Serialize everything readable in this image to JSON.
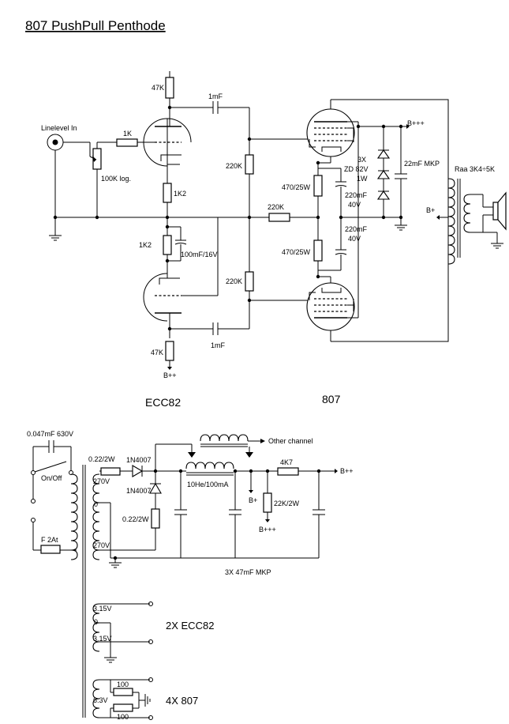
{
  "title": "807 PushPull Penthode",
  "labels": {
    "linelevel_in": "Linelevel In",
    "vol_1k": "1K",
    "pot_100k": "100K log.",
    "r_47k_top": "47K",
    "r_1k2_top": "1K2",
    "r_1k2_bot": "1K2",
    "c_100mf": "100mF/16V",
    "r_47k_bot": "47K",
    "b_pp_input": "B++",
    "c_1mf_top": "1mF",
    "c_1mf_bot": "1mF",
    "r_220k_top": "220K",
    "r_220k_bot": "220K",
    "r_220k_mid": "220K",
    "r_470_top": "470/25W",
    "r_470_bot": "470/25W",
    "zd_3x": "3X",
    "zd_82v": "ZD 82V",
    "zd_1w": "1W",
    "c_220mf_top_a": "220mF",
    "c_220mf_top_b": "40V",
    "c_220mf_bot_a": "220mF",
    "c_220mf_bot_b": "40V",
    "c_22mf": "22mF MKP",
    "b_ppp_out": "B+++",
    "b_plus_out": "B+",
    "raa": "Raa 3K4÷5K",
    "tube_ecc82": "ECC82",
    "tube_807": "807",
    "c_047": "0.047mF 630V",
    "on_off": "On/Off",
    "fuse": "F 2At",
    "r_022_top": "0.22/2W",
    "r_022_bot": "0.22/2W",
    "d_1n4007_a": "1N4007",
    "d_1n4007_b": "1N4007",
    "v_270_top": "270V",
    "v_0_hv": "0",
    "v_270_bot": "270V",
    "choke": "10He/100mA",
    "other_channel": "Other channel",
    "r_4k7": "4K7",
    "b_pp_psu": "B++",
    "b_plus_psu": "B+",
    "r_22k": "22K/2W",
    "b_ppp_psu": "B+++",
    "caps_3x": "3X 47mF MKP",
    "v_315_top": "3.15V",
    "v_0_heat": "0",
    "v_315_bot": "3.15V",
    "heat_2x": "2X ECC82",
    "v_63": "6.3V",
    "r_100_top": "100",
    "r_100_bot": "100",
    "heat_4x": "4X 807"
  }
}
